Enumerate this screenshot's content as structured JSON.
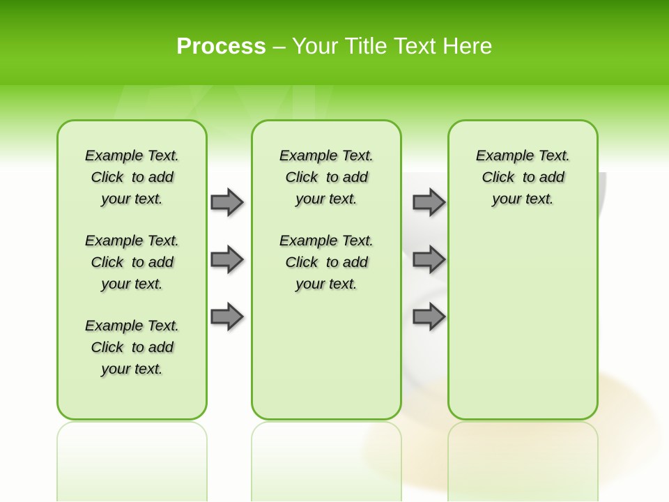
{
  "slide": {
    "title": {
      "bold_part": "Process",
      "rest_part": " – Your Title Text Here"
    },
    "colors": {
      "title_bar_green_dark": "#3c8a08",
      "title_bar_green_light": "#79c524",
      "box_border_green": "#6db22f",
      "box_fill_green": "#ddf0c4",
      "arrow_fill_gray": "#8c8c8c",
      "arrow_outline_gray": "#3f3f3f",
      "title_text_color": "#ffffff",
      "body_text_color": "#0d0d0d"
    },
    "boxes": [
      {
        "id": "box-1",
        "paragraphs": [
          "Example Text.\nClick  to add\nyour text.",
          "Example Text.\nClick  to add\nyour text.",
          "Example Text.\nClick  to add\nyour text."
        ]
      },
      {
        "id": "box-2",
        "paragraphs": [
          "Example Text.\nClick  to add\nyour text.",
          "Example Text.\nClick  to add\nyour text."
        ]
      },
      {
        "id": "box-3",
        "paragraphs": [
          "Example Text.\nClick  to add\nyour text."
        ]
      }
    ],
    "arrow_groups": [
      {
        "id": "arrow-group-1",
        "count": 3,
        "direction": "right"
      },
      {
        "id": "arrow-group-2",
        "count": 3,
        "direction": "right"
      }
    ]
  }
}
